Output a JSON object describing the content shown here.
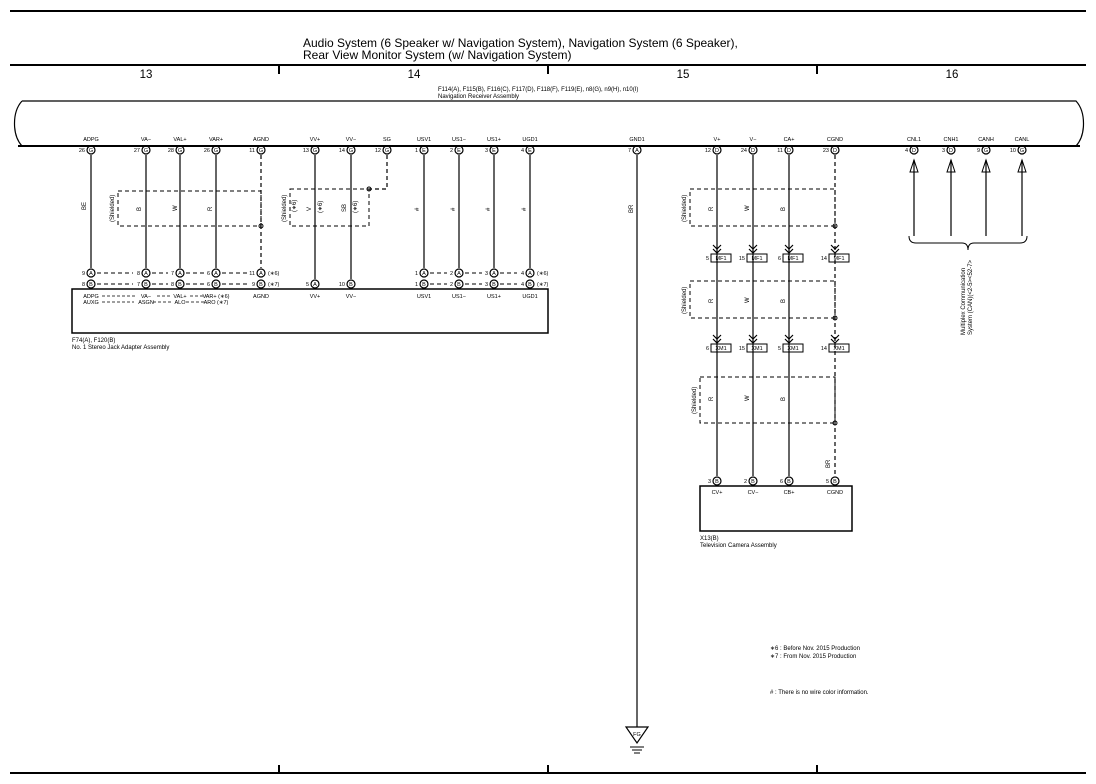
{
  "title": {
    "line1": "Audio System (6 Speaker w/ Navigation System), Navigation System (6 Speaker),",
    "line2": "Rear View Monitor System (w/ Navigation System)"
  },
  "columns": [
    "13",
    "14",
    "15",
    "16"
  ],
  "navigation_receiver": {
    "connectors": "F114(A), F115(B), F116(C), F117(D), F118(F), F119(E), n8(G), n9(H), n10(I)",
    "name": "Navigation Receiver Assembly",
    "terminals": [
      {
        "label": "ADPG",
        "pin": "26",
        "conn": "G"
      },
      {
        "label": "VA−",
        "pin": "27",
        "conn": "G"
      },
      {
        "label": "VAL+",
        "pin": "28",
        "conn": "G"
      },
      {
        "label": "VAR+",
        "pin": "26",
        "conn": "G"
      },
      {
        "label": "AGND",
        "pin": "11",
        "conn": "G"
      },
      {
        "label": "VV+",
        "pin": "13",
        "conn": "G"
      },
      {
        "label": "VV−",
        "pin": "14",
        "conn": "G"
      },
      {
        "label": "SG",
        "pin": "12",
        "conn": "G"
      },
      {
        "label": "USV1",
        "pin": "1",
        "conn": "E"
      },
      {
        "label": "US1−",
        "pin": "2",
        "conn": "E"
      },
      {
        "label": "US1+",
        "pin": "3",
        "conn": "E"
      },
      {
        "label": "UGD1",
        "pin": "4",
        "conn": "E"
      },
      {
        "label": "GND1",
        "pin": "7",
        "conn": "A"
      },
      {
        "label": "V+",
        "pin": "12",
        "conn": "D"
      },
      {
        "label": "V−",
        "pin": "24",
        "conn": "D"
      },
      {
        "label": "CA+",
        "pin": "11",
        "conn": "D"
      },
      {
        "label": "CGND",
        "pin": "23",
        "conn": "D"
      },
      {
        "label": "CNL1",
        "pin": "4",
        "conn": "D"
      },
      {
        "label": "CNH1",
        "pin": "3",
        "conn": "D"
      },
      {
        "label": "CANH",
        "pin": "9",
        "conn": "G"
      },
      {
        "label": "CANL",
        "pin": "10",
        "conn": "G"
      }
    ]
  },
  "wire_colors": {
    "BE": "BE",
    "B": "B",
    "W": "W",
    "R": "R",
    "V": "V",
    "SB": "SB",
    "BR": "BR",
    "hash": "#"
  },
  "shielded": "(Shielded)",
  "note_m6": "(∗6)",
  "note_p6": "(∗6)",
  "note_p7": "(∗7)",
  "stereo_jack": {
    "connectors": "F74(A), F120(B)",
    "name": "No. 1 Stereo Jack Adapter Assembly",
    "pins_A": [
      "9",
      "8",
      "7",
      "6",
      "11",
      "5",
      "1",
      "2",
      "3",
      "4"
    ],
    "pins_B": [
      "8",
      "7",
      "8",
      "6",
      "9",
      "10",
      "1",
      "2",
      "3",
      "4"
    ],
    "labels_top": [
      "ADPG",
      "VA−",
      "VAL+",
      "VAR+ (∗6)",
      "AGND",
      "VV+",
      "VV−",
      "USV1",
      "US1−",
      "US1+",
      "UGD1"
    ],
    "labels_bottom": [
      "AUXG",
      "ASGN",
      "ALO",
      "ARO (∗7)"
    ]
  },
  "mf1": {
    "label": "MF1",
    "pins": [
      "5",
      "15",
      "6",
      "14"
    ]
  },
  "xm1": {
    "label": "XM1",
    "pins": [
      "6",
      "15",
      "5",
      "14"
    ]
  },
  "camera": {
    "connectors": "X13(B)",
    "name": "Television Camera Assembly",
    "terminals": [
      {
        "label": "CV+",
        "pin": "3",
        "conn": "B"
      },
      {
        "label": "CV−",
        "pin": "2",
        "conn": "B"
      },
      {
        "label": "CB+",
        "pin": "6",
        "conn": "B"
      },
      {
        "label": "CGND",
        "pin": "5",
        "conn": "B"
      }
    ]
  },
  "multiplex": {
    "line1": "Multiplex Communication",
    "line2": "System (CAN)(<2-5><52-7>"
  },
  "ground_label": "FG",
  "notes": [
    "∗6 : Before Nov. 2015 Production",
    "∗7 : From Nov. 2015 Production",
    "# : There is no wire color information."
  ]
}
